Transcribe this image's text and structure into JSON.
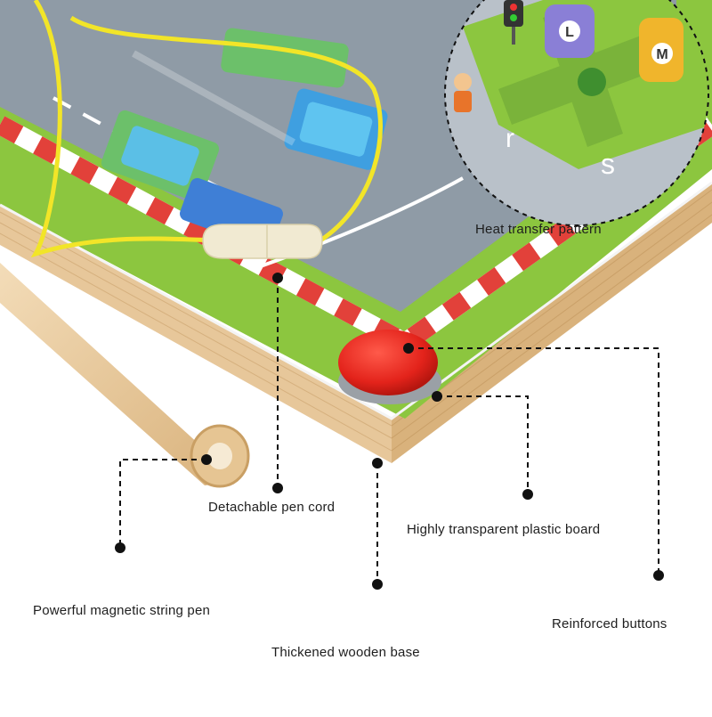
{
  "labels": {
    "heat_transfer": "Heat transfer pattern",
    "pen_cord": "Detachable pen cord",
    "plastic_board": "Highly transparent plastic board",
    "string_pen": "Powerful magnetic string pen",
    "buttons": "Reinforced buttons",
    "wooden_base": "Thickened wooden base"
  },
  "board_letters": [
    "L",
    "M",
    "r",
    "s"
  ],
  "colors": {
    "background": "#ffffff",
    "road": "#8f9ba6",
    "grass": "#8cc63f",
    "track_red": "#e2413a",
    "wood": "#e7c79a",
    "button_red": "#e3231b",
    "cord_yellow": "#f2e528",
    "leader_line": "#111111"
  }
}
